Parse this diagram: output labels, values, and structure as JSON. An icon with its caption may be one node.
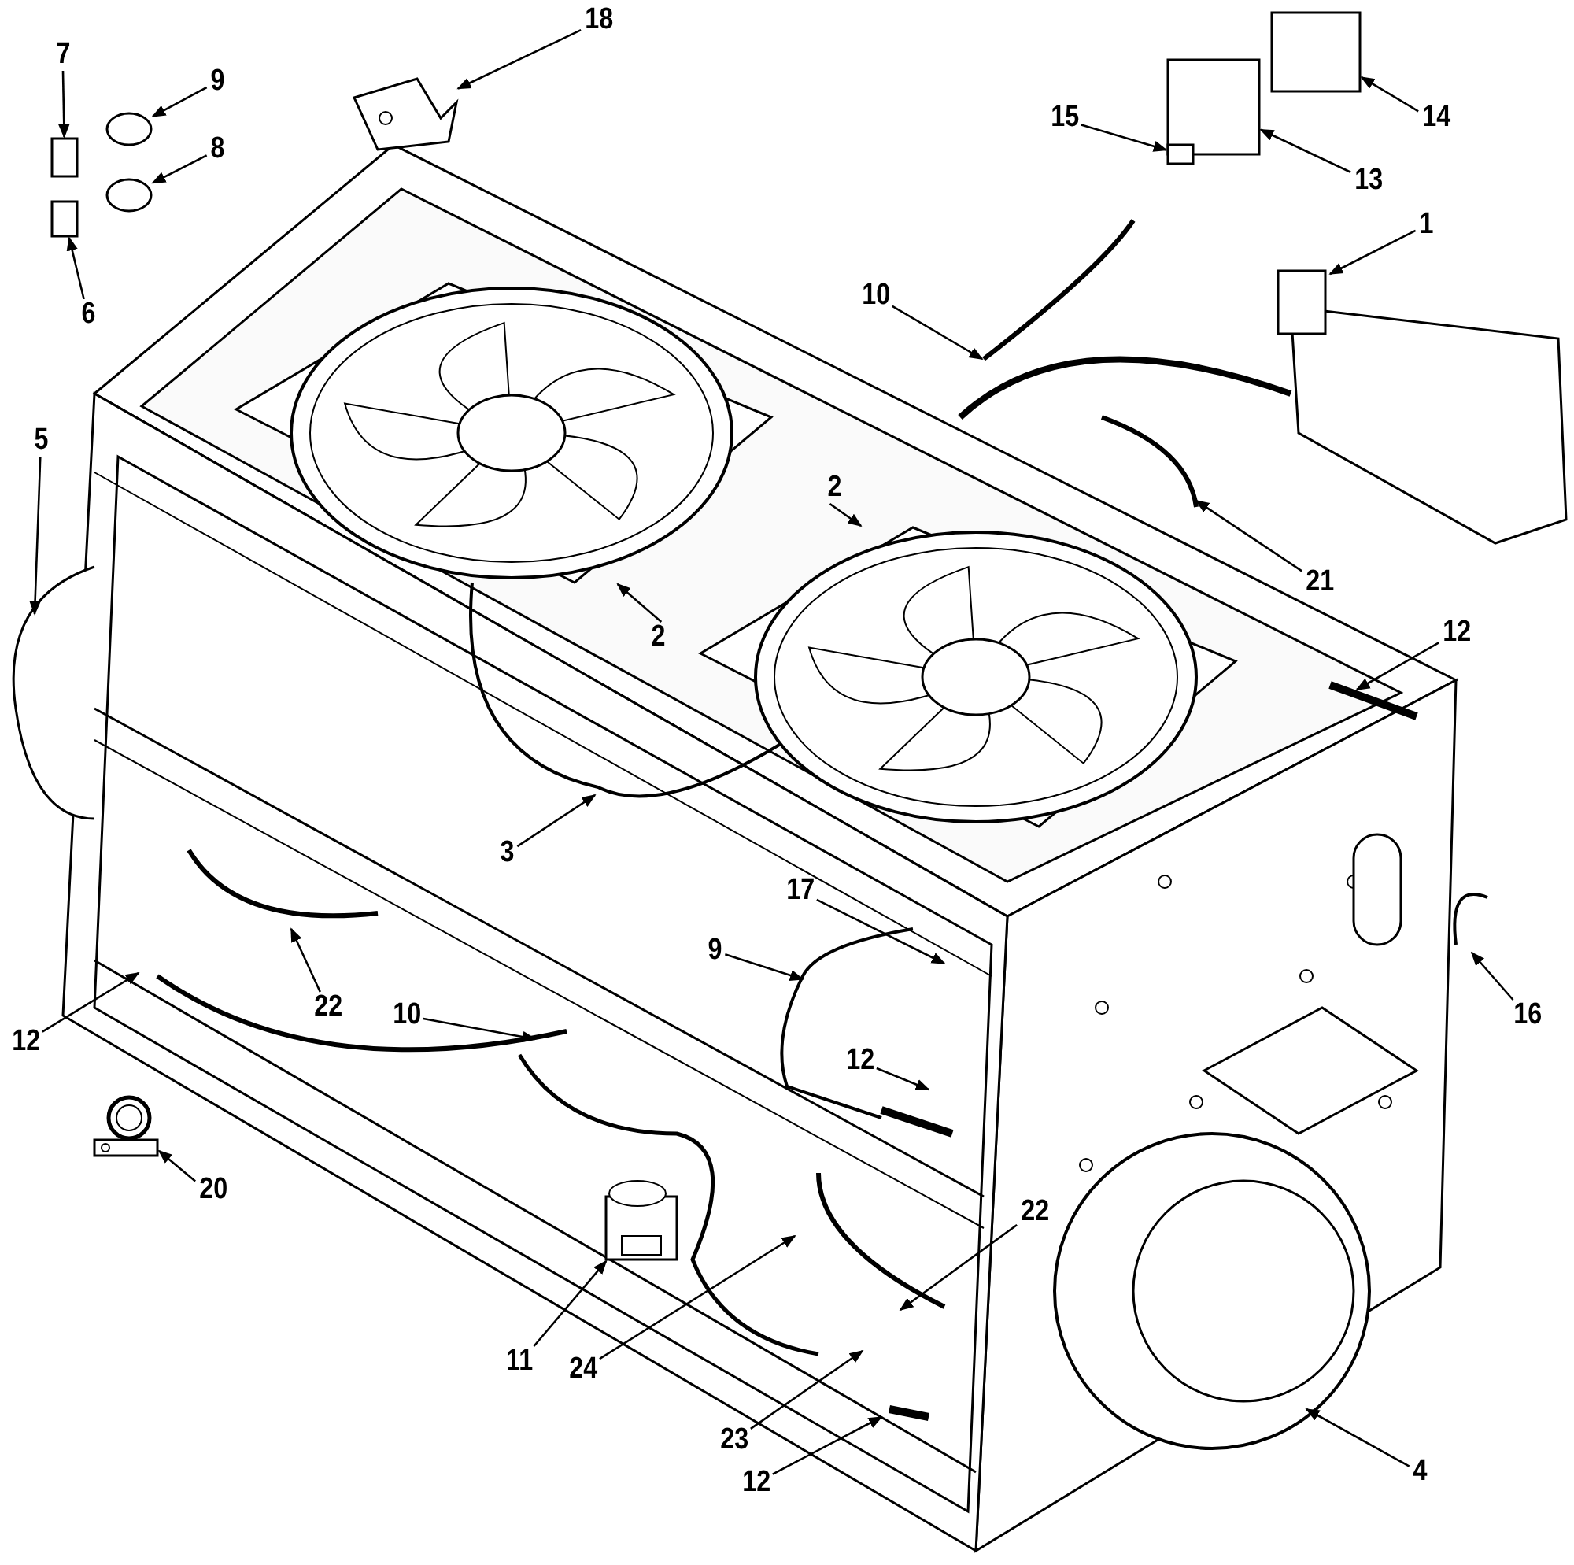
{
  "diagram": {
    "nodes": [
      {
        "text": [
          "18"
        ]
      },
      {
        "text": [
          "7"
        ]
      },
      {
        "text": [
          "9"
        ]
      },
      {
        "text": [
          "14"
        ]
      },
      {
        "text": [
          "15"
        ]
      },
      {
        "text": [
          "8"
        ]
      },
      {
        "text": [
          "13"
        ]
      },
      {
        "text": [
          "1"
        ]
      },
      {
        "text": [
          "6"
        ]
      },
      {
        "text": [
          "10"
        ]
      },
      {
        "text": [
          "5"
        ]
      },
      {
        "text": [
          "2"
        ]
      },
      {
        "text": [
          "21"
        ]
      },
      {
        "text": [
          "2"
        ]
      },
      {
        "text": [
          "12"
        ]
      },
      {
        "text": [
          "3"
        ]
      },
      {
        "text": [
          "17"
        ]
      },
      {
        "text": [
          "9"
        ]
      },
      {
        "text": [
          "22"
        ]
      },
      {
        "text": [
          "12"
        ]
      },
      {
        "text": [
          "10"
        ]
      },
      {
        "text": [
          "16"
        ]
      },
      {
        "text": [
          "12"
        ]
      },
      {
        "text": [
          "20"
        ]
      },
      {
        "text": [
          "22"
        ]
      },
      {
        "text": [
          "11"
        ]
      },
      {
        "text": [
          "24"
        ]
      },
      {
        "text": [
          "23"
        ]
      },
      {
        "text": [
          "12"
        ]
      },
      {
        "text": [
          "4"
        ]
      },
      {
        "text": [],
        "shape": "picture"
      },
      {
        "text": [],
        "shape": "box"
      },
      {
        "text": [],
        "shape": "circle"
      },
      {
        "text": [],
        "shape": "circle"
      },
      {
        "text": [],
        "shape": "box"
      },
      {
        "text": [],
        "shape": "box"
      },
      {
        "text": [],
        "shape": "box"
      },
      {
        "text": [],
        "shape": "box"
      },
      {
        "text": [],
        "shape": "picture"
      },
      {
        "text": [],
        "shape": "picture"
      },
      {
        "text": [],
        "shape": "picture"
      },
      {
        "text": [],
        "shape": "picture"
      }
    ],
    "edges": [
      {
        "from": 0,
        "to": 30,
        "arrow": "to"
      },
      {
        "from": 1,
        "to": 31,
        "arrow": "to"
      },
      {
        "from": 2,
        "to": 32,
        "arrow": "to"
      },
      {
        "from": 3,
        "to": 35,
        "arrow": "to"
      },
      {
        "from": 4,
        "to": 37,
        "arrow": "to"
      },
      {
        "from": 5,
        "to": 33,
        "arrow": "to"
      },
      {
        "from": 6,
        "to": 36,
        "arrow": "to"
      },
      {
        "from": 7,
        "to": null,
        "arrow": "to"
      },
      {
        "from": 8,
        "to": 34,
        "arrow": "to"
      },
      {
        "from": 9,
        "to": null,
        "arrow": "to"
      },
      {
        "from": 10,
        "to": null,
        "arrow": "to"
      },
      {
        "from": 11,
        "to": 40,
        "arrow": "to"
      },
      {
        "from": 12,
        "to": null,
        "arrow": "to"
      },
      {
        "from": 13,
        "to": 39,
        "arrow": "to"
      },
      {
        "from": 14,
        "to": null,
        "arrow": "to"
      },
      {
        "from": 15,
        "to": null,
        "arrow": "to"
      },
      {
        "from": 16,
        "to": null,
        "arrow": "to"
      },
      {
        "from": 17,
        "to": null,
        "arrow": "to"
      },
      {
        "from": 18,
        "to": null,
        "arrow": "to"
      },
      {
        "from": 19,
        "to": null,
        "arrow": "to"
      },
      {
        "from": 20,
        "to": null,
        "arrow": "to"
      },
      {
        "from": 21,
        "to": null,
        "arrow": "to"
      },
      {
        "from": 22,
        "to": null,
        "arrow": "to"
      },
      {
        "from": 23,
        "to": 38,
        "arrow": "to"
      },
      {
        "from": 24,
        "to": null,
        "arrow": "to"
      },
      {
        "from": 25,
        "to": 41,
        "arrow": "to"
      },
      {
        "from": 26,
        "to": null,
        "arrow": "to"
      },
      {
        "from": 27,
        "to": null,
        "arrow": "to"
      },
      {
        "from": 28,
        "to": null,
        "arrow": "to"
      },
      {
        "from": 29,
        "to": null,
        "arrow": "to"
      }
    ]
  }
}
